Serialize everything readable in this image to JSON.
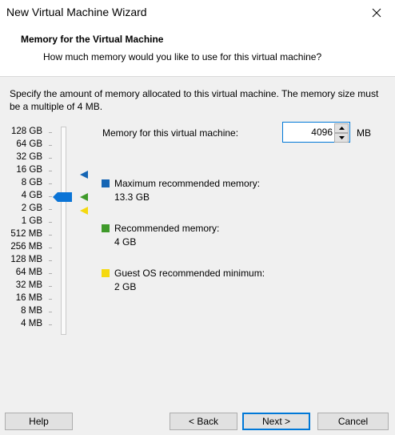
{
  "window": {
    "title": "New Virtual Machine Wizard",
    "close_icon": "close-icon"
  },
  "header": {
    "title": "Memory for the Virtual Machine",
    "subtitle": "How much memory would you like to use for this virtual machine?"
  },
  "body": {
    "description": "Specify the amount of memory allocated to this virtual machine. The memory size must be a multiple of 4 MB.",
    "memory_label": "Memory for this virtual machine:",
    "memory_value": "4096",
    "memory_unit": "MB",
    "scale_labels": [
      "128 GB",
      "64 GB",
      "32 GB",
      "16 GB",
      "8 GB",
      "4 GB",
      "2 GB",
      "1 GB",
      "512 MB",
      "256 MB",
      "128 MB",
      "64 MB",
      "32 MB",
      "16 MB",
      "8 MB",
      "4 MB"
    ],
    "slider_value": "4 GB"
  },
  "legend": {
    "max": {
      "label": "Maximum recommended memory:",
      "value": "13.3 GB",
      "color": "#1565b4"
    },
    "recommended": {
      "label": "Recommended memory:",
      "value": "4 GB",
      "color": "#3f9a2a"
    },
    "guest_min": {
      "label": "Guest OS recommended minimum:",
      "value": "2 GB",
      "color": "#f5d90f"
    }
  },
  "footer": {
    "help": "Help",
    "back": "< Back",
    "next": "Next >",
    "cancel": "Cancel"
  }
}
